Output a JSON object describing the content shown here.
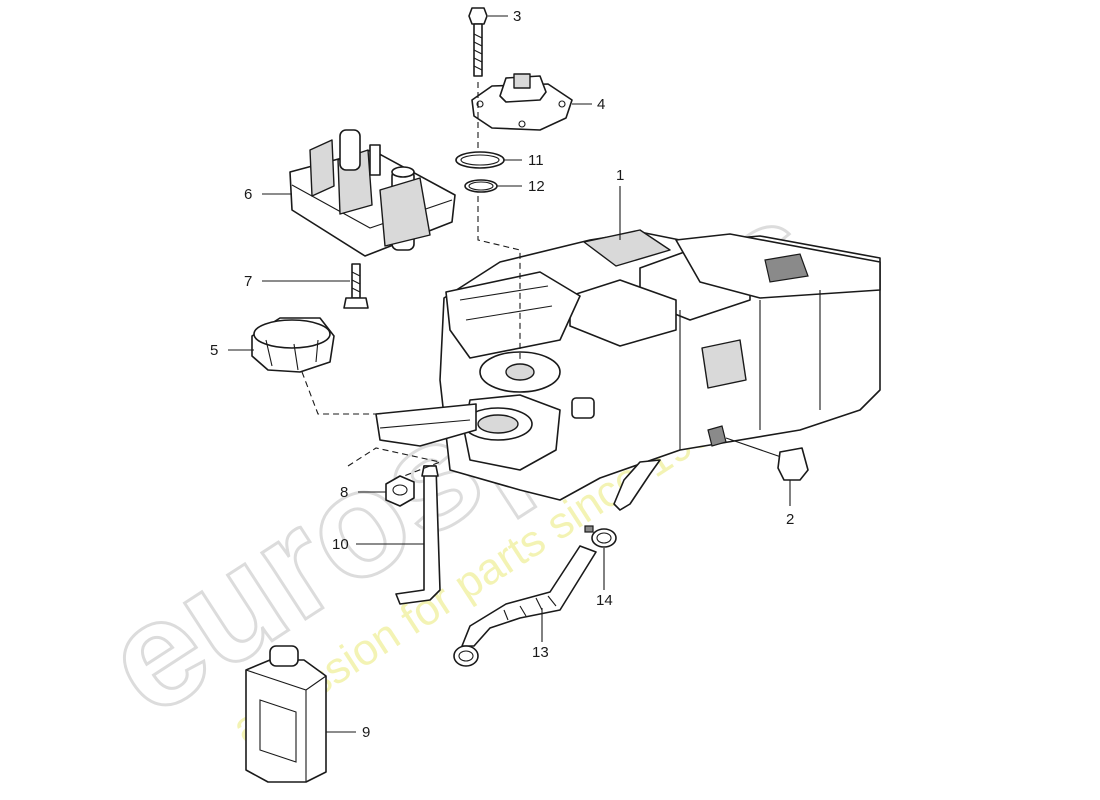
{
  "watermark": {
    "logo_text": "eurospares",
    "tagline": "a passion for parts since 1985"
  },
  "callouts": [
    {
      "id": "1",
      "label": "1"
    },
    {
      "id": "2",
      "label": "2"
    },
    {
      "id": "3",
      "label": "3"
    },
    {
      "id": "4",
      "label": "4"
    },
    {
      "id": "5",
      "label": "5"
    },
    {
      "id": "6",
      "label": "6"
    },
    {
      "id": "7",
      "label": "7"
    },
    {
      "id": "8",
      "label": "8"
    },
    {
      "id": "9",
      "label": "9"
    },
    {
      "id": "10",
      "label": "10"
    },
    {
      "id": "11",
      "label": "11"
    },
    {
      "id": "12",
      "label": "12"
    },
    {
      "id": "13",
      "label": "13"
    },
    {
      "id": "14",
      "label": "14"
    }
  ]
}
